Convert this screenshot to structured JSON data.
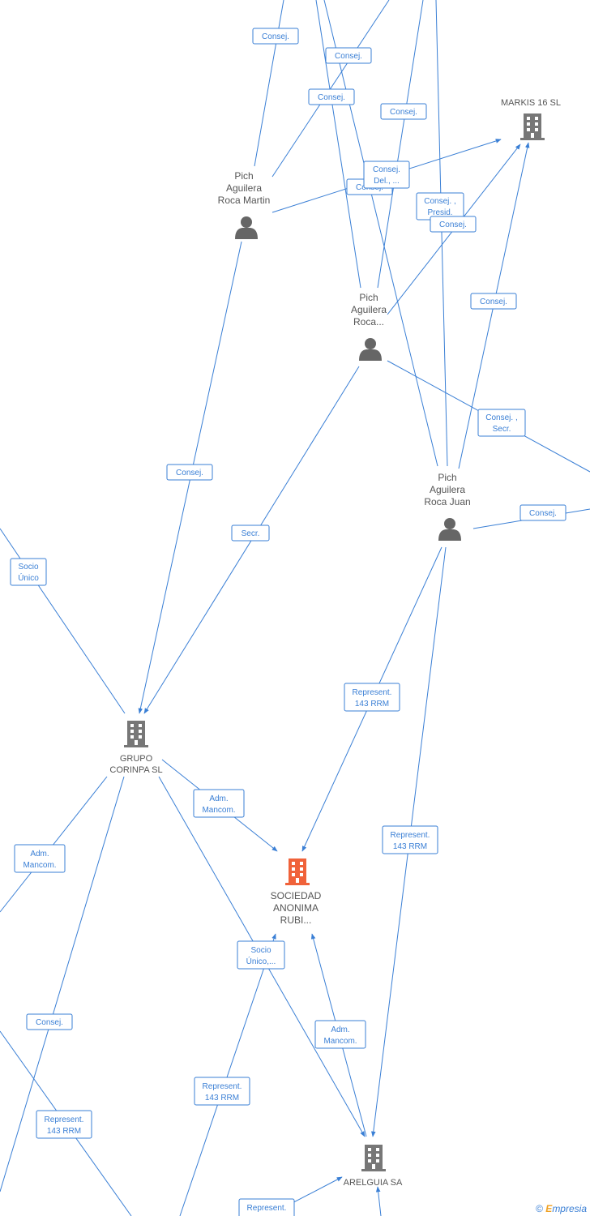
{
  "nodes": {
    "markis": {
      "lines": [
        "MARKIS 16 SL"
      ],
      "icon": "building-icon"
    },
    "pich_martin": {
      "lines": [
        "Pich",
        "Aguilera",
        "Roca Martin"
      ],
      "icon": "person-icon"
    },
    "pich_roca": {
      "lines": [
        "Pich",
        "Aguilera",
        "Roca..."
      ],
      "icon": "person-icon"
    },
    "pich_juan": {
      "lines": [
        "Pich",
        "Aguilera",
        "Roca Juan"
      ],
      "icon": "person-icon"
    },
    "grupo": {
      "lines": [
        "GRUPO",
        "CORINPA SL"
      ],
      "icon": "building-icon"
    },
    "sociedad": {
      "lines": [
        "SOCIEDAD",
        "ANONIMA",
        "RUBI..."
      ],
      "icon": "building-icon"
    },
    "arelguia": {
      "lines": [
        "ARELGUIA SA"
      ],
      "icon": "building-icon"
    }
  },
  "edge_labels": {
    "l1": [
      "Consej."
    ],
    "l2": [
      "Consej."
    ],
    "l3": [
      "Consej."
    ],
    "l4": [
      "Consej."
    ],
    "l5": [
      "Consej.",
      "Del., ..."
    ],
    "l6": [
      "Consej."
    ],
    "l7": [
      "Consej. ,",
      "Presid."
    ],
    "l8": [
      "Consej."
    ],
    "l9": [
      "Consej."
    ],
    "l10": [
      "Consej. ,",
      "Secr."
    ],
    "l11": [
      "Consej."
    ],
    "l12": [
      "Consej."
    ],
    "l13": [
      "Secr."
    ],
    "l14": [
      "Socio",
      "Único"
    ],
    "l15": [
      "Represent.",
      "143 RRM"
    ],
    "l16": [
      "Adm.",
      "Mancom."
    ],
    "l17": [
      "Adm.",
      "Mancom."
    ],
    "l18": [
      "Represent.",
      "143 RRM"
    ],
    "l19": [
      "Socio",
      "Único,..."
    ],
    "l20": [
      "Consej."
    ],
    "l21": [
      "Adm.",
      "Mancom."
    ],
    "l22": [
      "Represent.",
      "143 RRM"
    ],
    "l23": [
      "Represent.",
      "143 RRM"
    ],
    "l24": [
      "Represent."
    ]
  },
  "watermark": {
    "symbol": "©",
    "brand_initial": "E",
    "brand_rest": "mpresia"
  },
  "colors": {
    "edge": "#3a7fd5",
    "focus_node": "#f0623a",
    "node": "#777777"
  }
}
